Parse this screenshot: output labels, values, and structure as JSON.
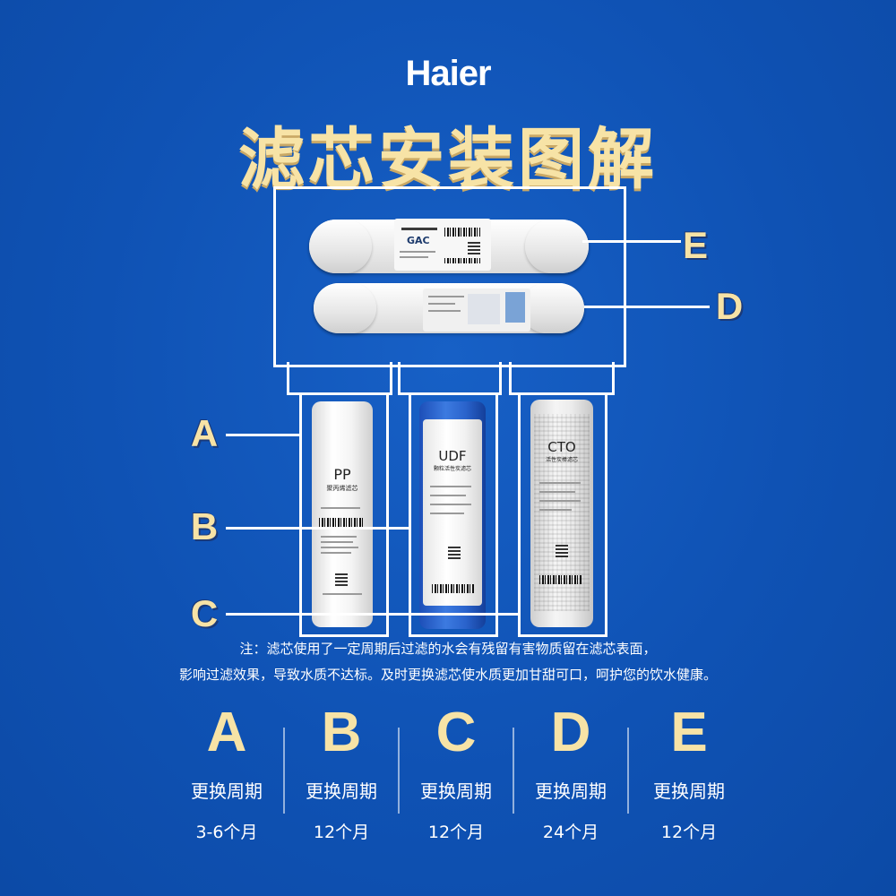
{
  "brand": "Haier",
  "title": "滤芯安装图解",
  "filters": {
    "pp": {
      "name": "PP",
      "subtitle": "聚丙烯滤芯"
    },
    "udf": {
      "name": "UDF",
      "subtitle": "颗粒活性炭滤芯"
    },
    "cto": {
      "name": "CTO",
      "subtitle": "活性炭棒滤芯"
    },
    "e_label": "GAC"
  },
  "markers": [
    "A",
    "B",
    "C",
    "D",
    "E"
  ],
  "note": {
    "line1": "注：滤芯使用了一定周期后过滤的水会有残留有害物质留在滤芯表面，",
    "line2": "影响过滤效果，导致水质不达标。及时更换滤芯使水质更加甘甜可口，呵护您的饮水健康。"
  },
  "cycles": [
    {
      "letter": "A",
      "label": "更换周期",
      "period": "3-6个月"
    },
    {
      "letter": "B",
      "label": "更换周期",
      "period": "12个月"
    },
    {
      "letter": "C",
      "label": "更换周期",
      "period": "12个月"
    },
    {
      "letter": "D",
      "label": "更换周期",
      "period": "24个月"
    },
    {
      "letter": "E",
      "label": "更换周期",
      "period": "12个月"
    }
  ],
  "colors": {
    "background": "#0f52b4",
    "accent": "#f7e3a6",
    "line": "#ffffff"
  }
}
